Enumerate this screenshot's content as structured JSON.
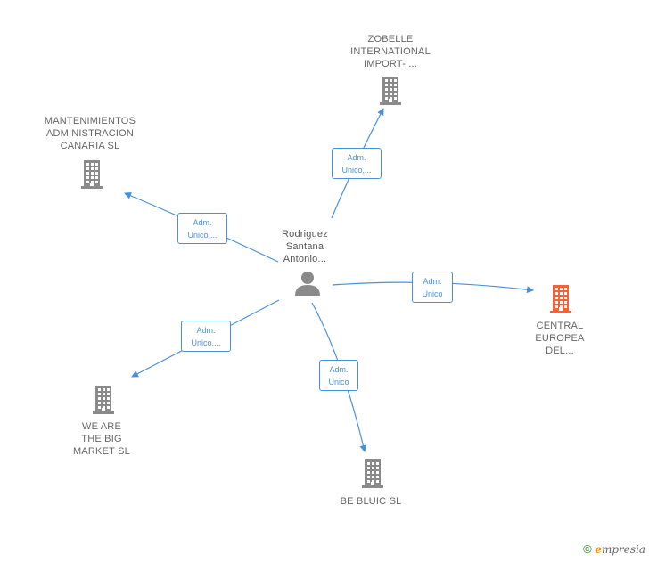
{
  "colors": {
    "edge": "#4a90d9",
    "company": "#8a8a8a",
    "company_highlight": "#f0643c",
    "person": "#8a8a8a"
  },
  "person": {
    "label": "Rodriguez\nSantana\nAntonio...",
    "icon": "person-icon"
  },
  "companies": [
    {
      "id": "zobelle",
      "label": "ZOBELLE\nINTERNATIONAL\nIMPORT- ...",
      "icon": "building-icon",
      "highlight": false
    },
    {
      "id": "mantenimientos",
      "label": "MANTENIMIENTOS\nADMINISTRACION\nCANARIA  SL",
      "icon": "building-icon",
      "highlight": false
    },
    {
      "id": "central",
      "label": "CENTRAL\nEUROPEA\nDEL...",
      "icon": "building-icon",
      "highlight": true
    },
    {
      "id": "wearebig",
      "label": "WE ARE\nTHE BIG\nMARKET  SL",
      "icon": "building-icon",
      "highlight": false
    },
    {
      "id": "bebluic",
      "label": "BE BLUIC  SL",
      "icon": "building-icon",
      "highlight": false
    }
  ],
  "edges": [
    {
      "to": "zobelle",
      "label": "Adm.\nUnico,..."
    },
    {
      "to": "mantenimientos",
      "label": "Adm.\nUnico,..."
    },
    {
      "to": "central",
      "label": "Adm.\nUnico"
    },
    {
      "to": "wearebig",
      "label": "Adm.\nUnico,..."
    },
    {
      "to": "bebluic",
      "label": "Adm.\nUnico"
    }
  ],
  "footer": {
    "copyright": "©",
    "brand_initial": "e",
    "brand_rest": "mpresia"
  }
}
